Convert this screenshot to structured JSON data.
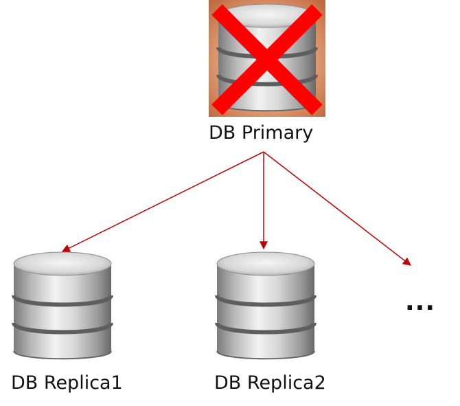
{
  "nodes": {
    "primary": {
      "label": "DB Primary",
      "status": "failed"
    },
    "replica1": {
      "label": "DB Replica1"
    },
    "replica2": {
      "label": "DB Replica2"
    },
    "more": {
      "label": "..."
    }
  },
  "edges": [
    {
      "from": "primary",
      "to": "replica1"
    },
    {
      "from": "primary",
      "to": "replica2"
    },
    {
      "from": "primary",
      "to": "more"
    }
  ],
  "colors": {
    "arrow": "#c00000",
    "failed_cross": "#ff0000",
    "failed_background": "#d98d63",
    "database_body": "#b9b9b9"
  },
  "icons": {
    "database": "database-cylinder-icon",
    "failed": "red-x-icon"
  }
}
